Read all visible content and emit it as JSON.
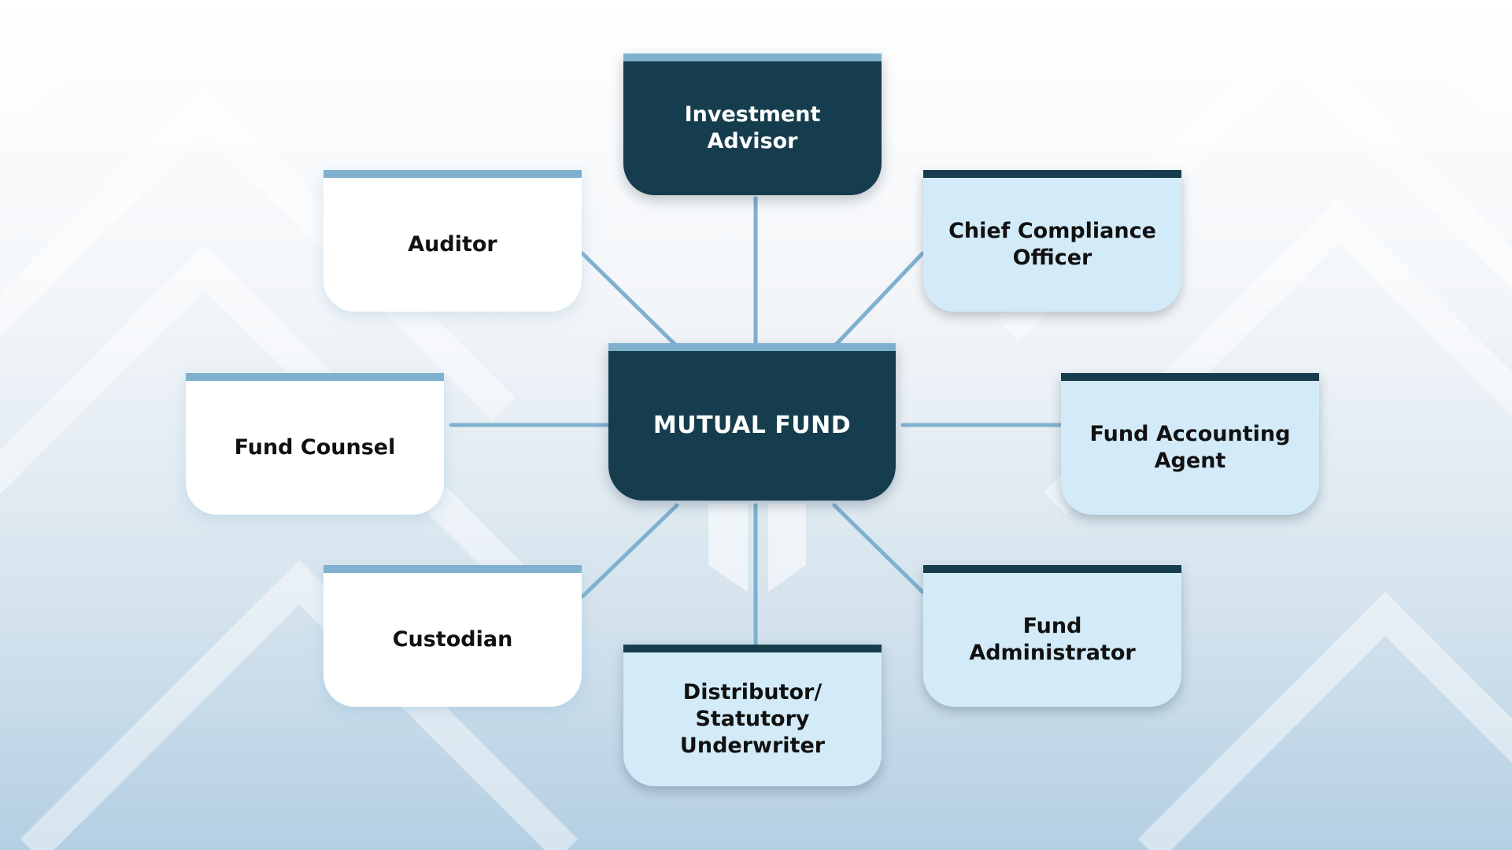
{
  "colors": {
    "dark": "#163d4d",
    "light_fill": "#d3ebf8",
    "white_fill": "#ffffff",
    "accent_bar": "#7fb1cf",
    "connector": "#7fb1cf"
  },
  "diagram": {
    "center": {
      "label": "MUTUAL FUND"
    },
    "nodes": [
      {
        "id": "investment-advisor",
        "label": "Investment Advisor"
      },
      {
        "id": "chief-compliance-officer",
        "label": "Chief Compliance Officer"
      },
      {
        "id": "fund-accounting-agent",
        "label": "Fund Accounting Agent"
      },
      {
        "id": "fund-administrator",
        "label": "Fund Administrator"
      },
      {
        "id": "distributor-underwriter",
        "label": "Distributor/ Statutory Underwriter"
      },
      {
        "id": "custodian",
        "label": "Custodian"
      },
      {
        "id": "fund-counsel",
        "label": "Fund Counsel"
      },
      {
        "id": "auditor",
        "label": "Auditor"
      }
    ]
  }
}
